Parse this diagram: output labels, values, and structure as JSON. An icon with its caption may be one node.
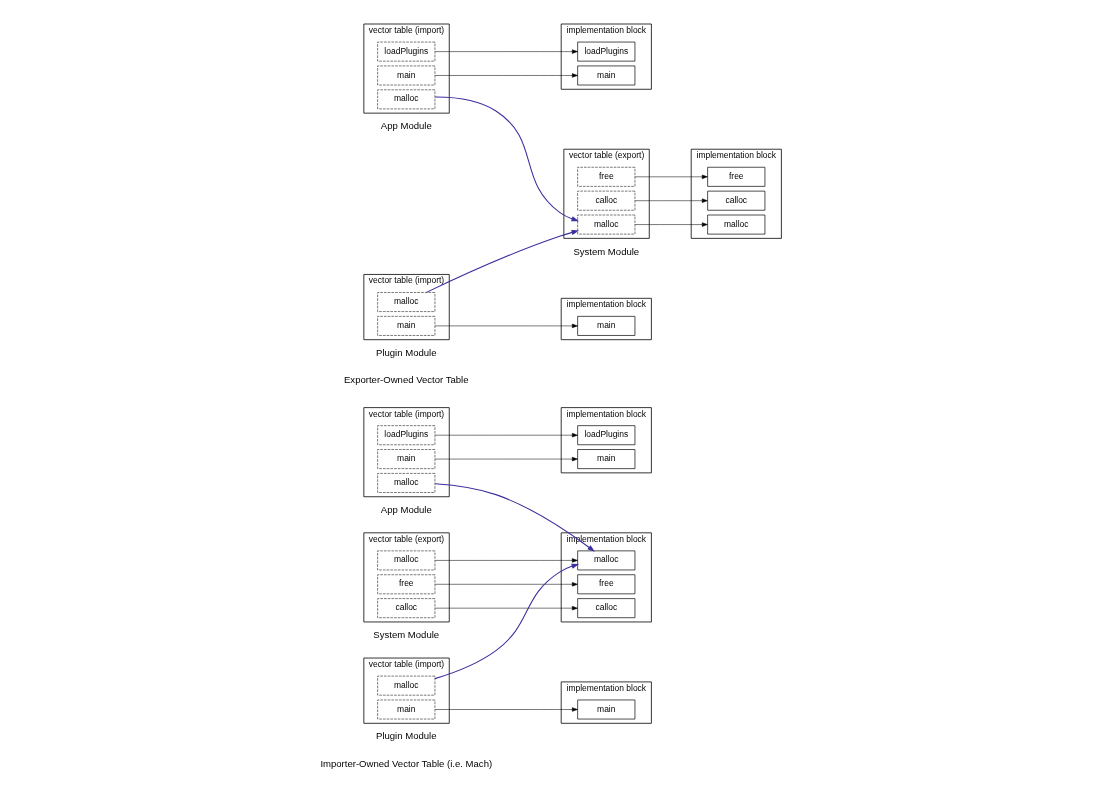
{
  "diagram": {
    "nodes": [
      {
        "text": [
          "implementation block"
        ]
      },
      {
        "text": [
          "loadPlugins"
        ],
        "in": 0
      },
      {
        "text": [
          "main"
        ],
        "in": 0
      },
      {
        "text": [
          "vector table (import)"
        ]
      },
      {
        "text": [
          "main"
        ],
        "in": 3
      },
      {
        "text": [
          "loadPlugins"
        ],
        "in": 3
      },
      {
        "text": [
          "malloc"
        ],
        "in": 3
      },
      {
        "text": [
          "implementation block"
        ]
      },
      {
        "text": [
          "free"
        ],
        "in": 7
      },
      {
        "text": [
          "calloc"
        ],
        "in": 7
      },
      {
        "text": [
          "malloc"
        ],
        "in": 7
      },
      {
        "text": [
          "vector table (export)"
        ]
      },
      {
        "text": [
          "malloc"
        ],
        "in": 11
      },
      {
        "text": [
          "calloc"
        ],
        "in": 11
      },
      {
        "text": [
          "free"
        ],
        "in": 11
      },
      {
        "text": [
          "implementation block"
        ]
      },
      {
        "text": [
          "main"
        ],
        "in": 15
      },
      {
        "text": [
          "vector table (import)"
        ]
      },
      {
        "text": [
          "main"
        ],
        "in": 17
      },
      {
        "text": [
          "malloc"
        ],
        "in": 17
      },
      {
        "text": [
          "implementation block"
        ]
      },
      {
        "text": [
          "loadPlugins"
        ],
        "in": 20
      },
      {
        "text": [
          "main"
        ],
        "in": 20
      },
      {
        "text": [
          "vector table (import)"
        ]
      },
      {
        "text": [
          "main"
        ],
        "in": 23
      },
      {
        "text": [
          "loadPlugins"
        ],
        "in": 23
      },
      {
        "text": [
          "malloc"
        ],
        "in": 23
      },
      {
        "text": [
          "implementation block"
        ]
      },
      {
        "text": [
          "free"
        ],
        "in": 27
      },
      {
        "text": [
          "calloc"
        ],
        "in": 27
      },
      {
        "text": [
          "malloc"
        ],
        "in": 27
      },
      {
        "text": [
          "vector table (export)"
        ]
      },
      {
        "text": [
          "malloc"
        ],
        "in": 31
      },
      {
        "text": [
          "calloc"
        ],
        "in": 31
      },
      {
        "text": [
          "free"
        ],
        "in": 31
      },
      {
        "text": [
          "implementation block"
        ]
      },
      {
        "text": [
          "main"
        ],
        "in": 35
      },
      {
        "text": [
          "vector table (import)"
        ]
      },
      {
        "text": [
          "main"
        ],
        "in": 37
      },
      {
        "text": [
          "malloc"
        ],
        "in": 37
      }
    ],
    "edges": [
      {
        "from": 4,
        "to": 2,
        "arrow": "to"
      },
      {
        "from": 5,
        "to": 1,
        "arrow": "to"
      },
      {
        "from": 6,
        "to": 12,
        "arrow": "to",
        "color": "#3b2f9e"
      },
      {
        "from": 12,
        "to": 10,
        "arrow": "to"
      },
      {
        "from": 13,
        "to": 9,
        "arrow": "to"
      },
      {
        "from": 14,
        "to": 8,
        "arrow": "to"
      },
      {
        "from": 18,
        "to": 16,
        "arrow": "to"
      },
      {
        "from": 19,
        "to": 12,
        "arrow": "to",
        "color": "#3b2f9e"
      },
      {
        "from": 24,
        "to": 22,
        "arrow": "to"
      },
      {
        "from": 25,
        "to": 21,
        "arrow": "to"
      },
      {
        "from": 26,
        "to": 30,
        "arrow": "to",
        "color": "#3b2f9e"
      },
      {
        "from": 32,
        "to": 30,
        "arrow": "to"
      },
      {
        "from": 33,
        "to": 29,
        "arrow": "to"
      },
      {
        "from": 34,
        "to": 28,
        "arrow": "to"
      },
      {
        "from": 38,
        "to": 36,
        "arrow": "to"
      },
      {
        "from": 39,
        "to": 30,
        "arrow": "to",
        "color": "#3b2f9e"
      }
    ],
    "labels": [
      "Exporter-Owned Vector Table",
      "Importer-Owned Vector Table (i.e. Mach)",
      "App Module",
      "System Module",
      "Plugin Module",
      "App Module",
      "System Module",
      "Plugin Module"
    ]
  }
}
